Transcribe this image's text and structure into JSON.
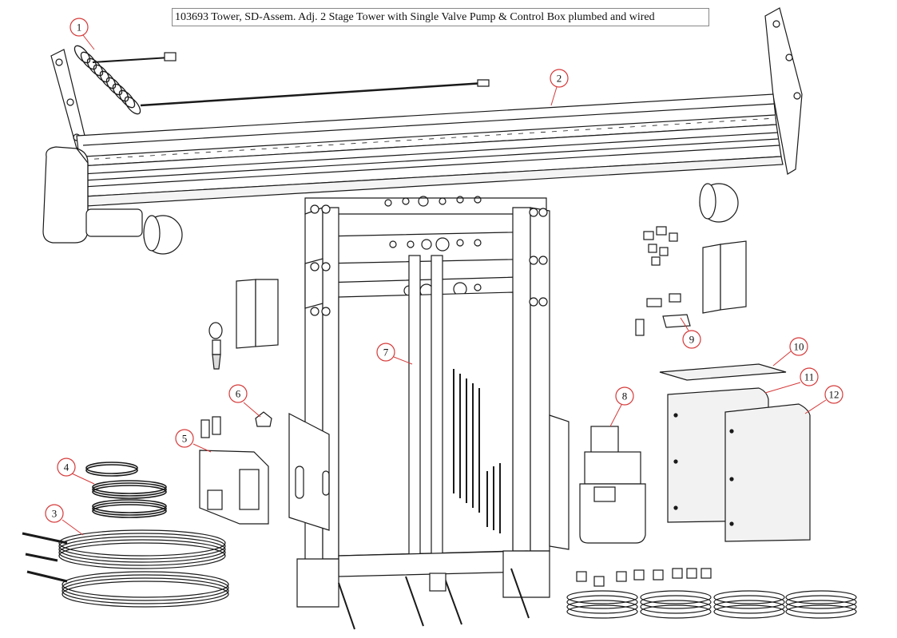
{
  "title": "103693 Tower, SD-Assem. Adj. 2 Stage Tower with Single Valve Pump & Control Box plumbed and wired",
  "colors": {
    "callout_ring": "#d63a3a",
    "leader_line": "#d63a3a",
    "line_art": "#1a1a1a",
    "panel_fill": "#f2f2f2",
    "title_border": "#888888"
  },
  "callouts": [
    {
      "number": "1",
      "part": "coiled-cable"
    },
    {
      "number": "2",
      "part": "top-rail-assembly"
    },
    {
      "number": "3",
      "part": "large-hose-coils"
    },
    {
      "number": "4",
      "part": "small-hose-coils"
    },
    {
      "number": "5",
      "part": "control-box"
    },
    {
      "number": "6",
      "part": "valve-connector"
    },
    {
      "number": "7",
      "part": "tower-frame"
    },
    {
      "number": "8",
      "part": "single-valve-pump"
    },
    {
      "number": "9",
      "part": "fitting-kit"
    },
    {
      "number": "10",
      "part": "cover-plate"
    },
    {
      "number": "11",
      "part": "side-panel-rear"
    },
    {
      "number": "12",
      "part": "side-panel-front"
    }
  ]
}
